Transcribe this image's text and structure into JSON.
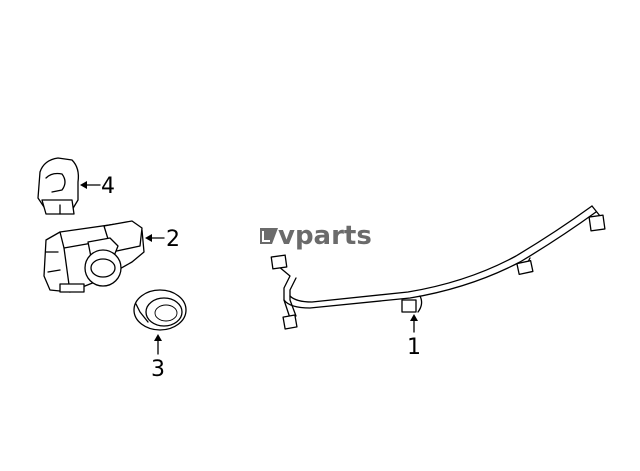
{
  "logo": {
    "text": "vparts",
    "mark": "lv-mark-icon",
    "color": "#6b6b6b"
  },
  "callouts": [
    {
      "id": "1",
      "label": "1",
      "part": "wire-harness"
    },
    {
      "id": "2",
      "label": "2",
      "part": "parking-sensor"
    },
    {
      "id": "3",
      "label": "3",
      "part": "sensor-retainer"
    },
    {
      "id": "4",
      "label": "4",
      "part": "sensor-bracket"
    }
  ]
}
